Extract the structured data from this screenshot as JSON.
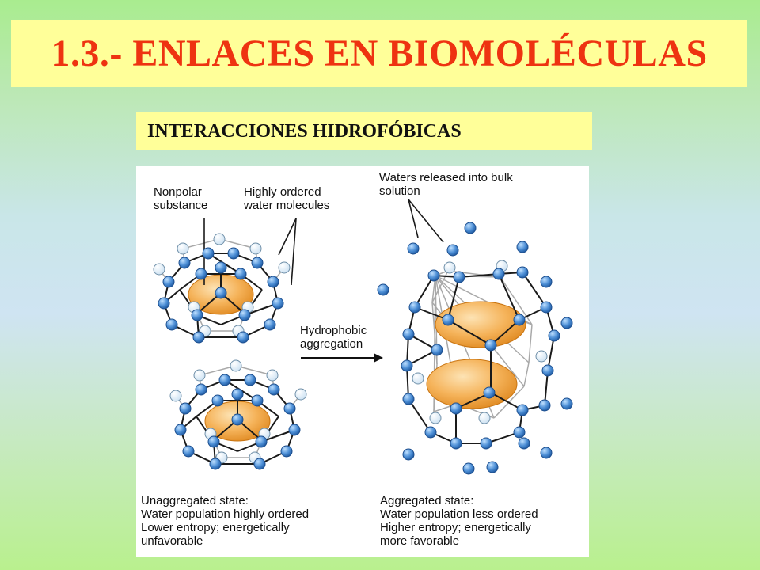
{
  "slide": {
    "title": "1.3.- ENLACES EN BIOMOLÉCULAS",
    "subtitle": "INTERACCIONES  HIDROFÓBICAS"
  },
  "figure": {
    "label_nonpolar": "Nonpolar\nsubstance",
    "label_ordered": "Highly ordered\nwater molecules",
    "label_released": "Waters released into bulk\nsolution",
    "label_arrow": "Hydrophobic\naggregation",
    "caption_left": "Unaggregated state:\nWater population highly ordered\nLower entropy; energetically\nunfavorable",
    "caption_right": "Aggregated state:\nWater population less ordered\nHigher entropy; energetically\nmore favorable"
  },
  "colors": {
    "title": "#ee3311",
    "banner": "#ffff99",
    "water_front": "#4d8fd6",
    "water_back": "#dcecf7",
    "solute": "#f2a640"
  }
}
